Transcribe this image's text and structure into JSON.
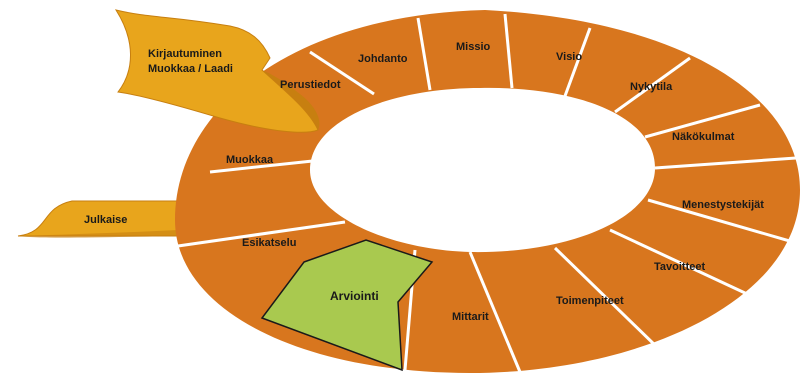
{
  "colors": {
    "segment": "#d8761e",
    "segment_shadow": "#b85d10",
    "highlight": "#a9c94f",
    "tab": "#e8a51c",
    "tab_dark": "#c77f10",
    "divider": "#ffffff",
    "text": "#1a1a1a"
  },
  "tabs": {
    "login": [
      "Kirjautuminen",
      "Muokkaa / Laadi"
    ],
    "publish": "Julkaise"
  },
  "segments": {
    "perustiedot": "Perustiedot",
    "johdanto": "Johdanto",
    "missio": "Missio",
    "visio": "Visio",
    "nykytila": "Nykytila",
    "nakokulmat": "Näkökulmat",
    "menestystekijat": "Menestystekijät",
    "tavoitteet": "Tavoitteet",
    "toimenpiteet": "Toimenpiteet",
    "mittarit": "Mittarit",
    "arviointi": "Arviointi",
    "esikatselu": "Esikatselu",
    "muokkaa": "Muokkaa"
  }
}
